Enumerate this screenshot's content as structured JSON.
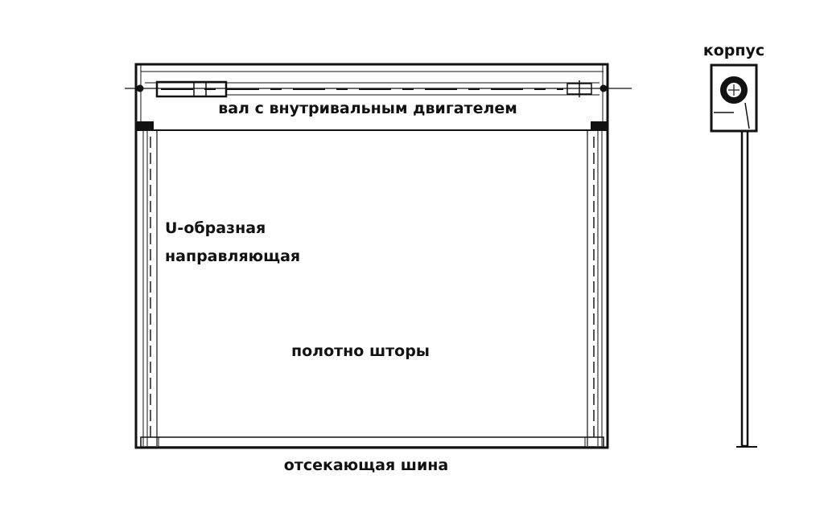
{
  "labels": {
    "shaft": "вал с внутривальным двигателем",
    "guide_line1": "U-образная",
    "guide_line2": "направляющая",
    "fabric": "полотно шторы",
    "bottom_bar": "отсекающая шина",
    "housing": "корпус"
  },
  "colors": {
    "line": "#111111",
    "background": "#ffffff"
  }
}
